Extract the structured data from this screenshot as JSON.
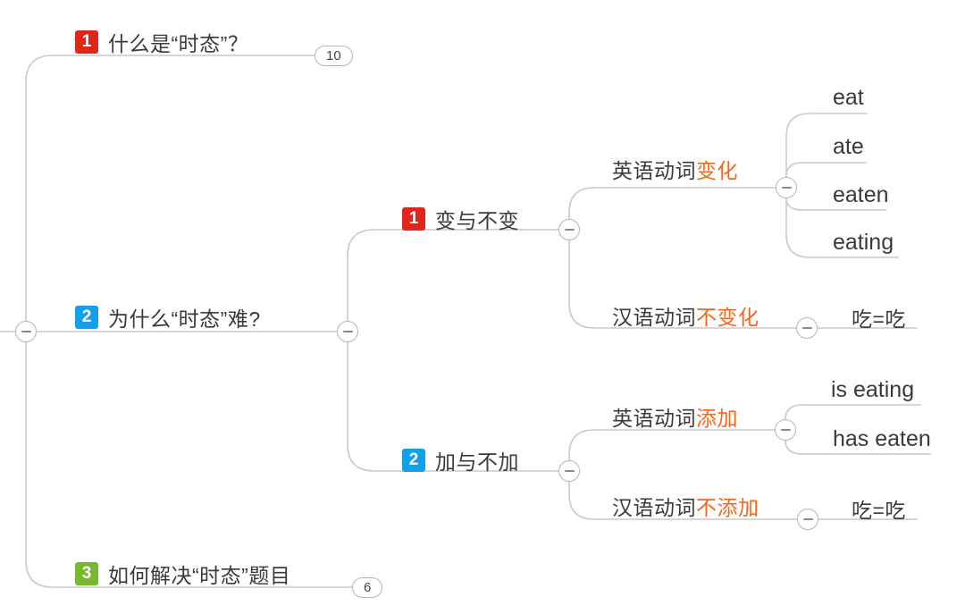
{
  "colors": {
    "red": "#e1251b",
    "blue": "#14a0e8",
    "green": "#77b92c",
    "orange": "#f5671d",
    "line": "#c9c9c9",
    "ink": "#3a3a3a"
  },
  "mindmap": {
    "branch1": {
      "badge": "1",
      "label": "什么是“时态”？",
      "count": "10"
    },
    "branch2": {
      "badge": "2",
      "label": "为什么“时态”难?",
      "sub1": {
        "badge": "1",
        "label": "变与不变",
        "english": {
          "plain": "英语动词",
          "highlight": "变化",
          "leaves": [
            "eat",
            "ate",
            "eaten",
            "eating"
          ]
        },
        "chinese": {
          "plain": "汉语动词",
          "highlight": "不变化",
          "leaf": "吃=吃"
        }
      },
      "sub2": {
        "badge": "2",
        "label": "加与不加",
        "english": {
          "plain": "英语动词",
          "highlight": "添加",
          "leaves": [
            "is eating",
            "has eaten"
          ]
        },
        "chinese": {
          "plain": "汉语动词",
          "highlight": "不添加",
          "leaf": "吃=吃"
        }
      }
    },
    "branch3": {
      "badge": "3",
      "label": "如何解决“时态”题目",
      "count": "6"
    }
  }
}
